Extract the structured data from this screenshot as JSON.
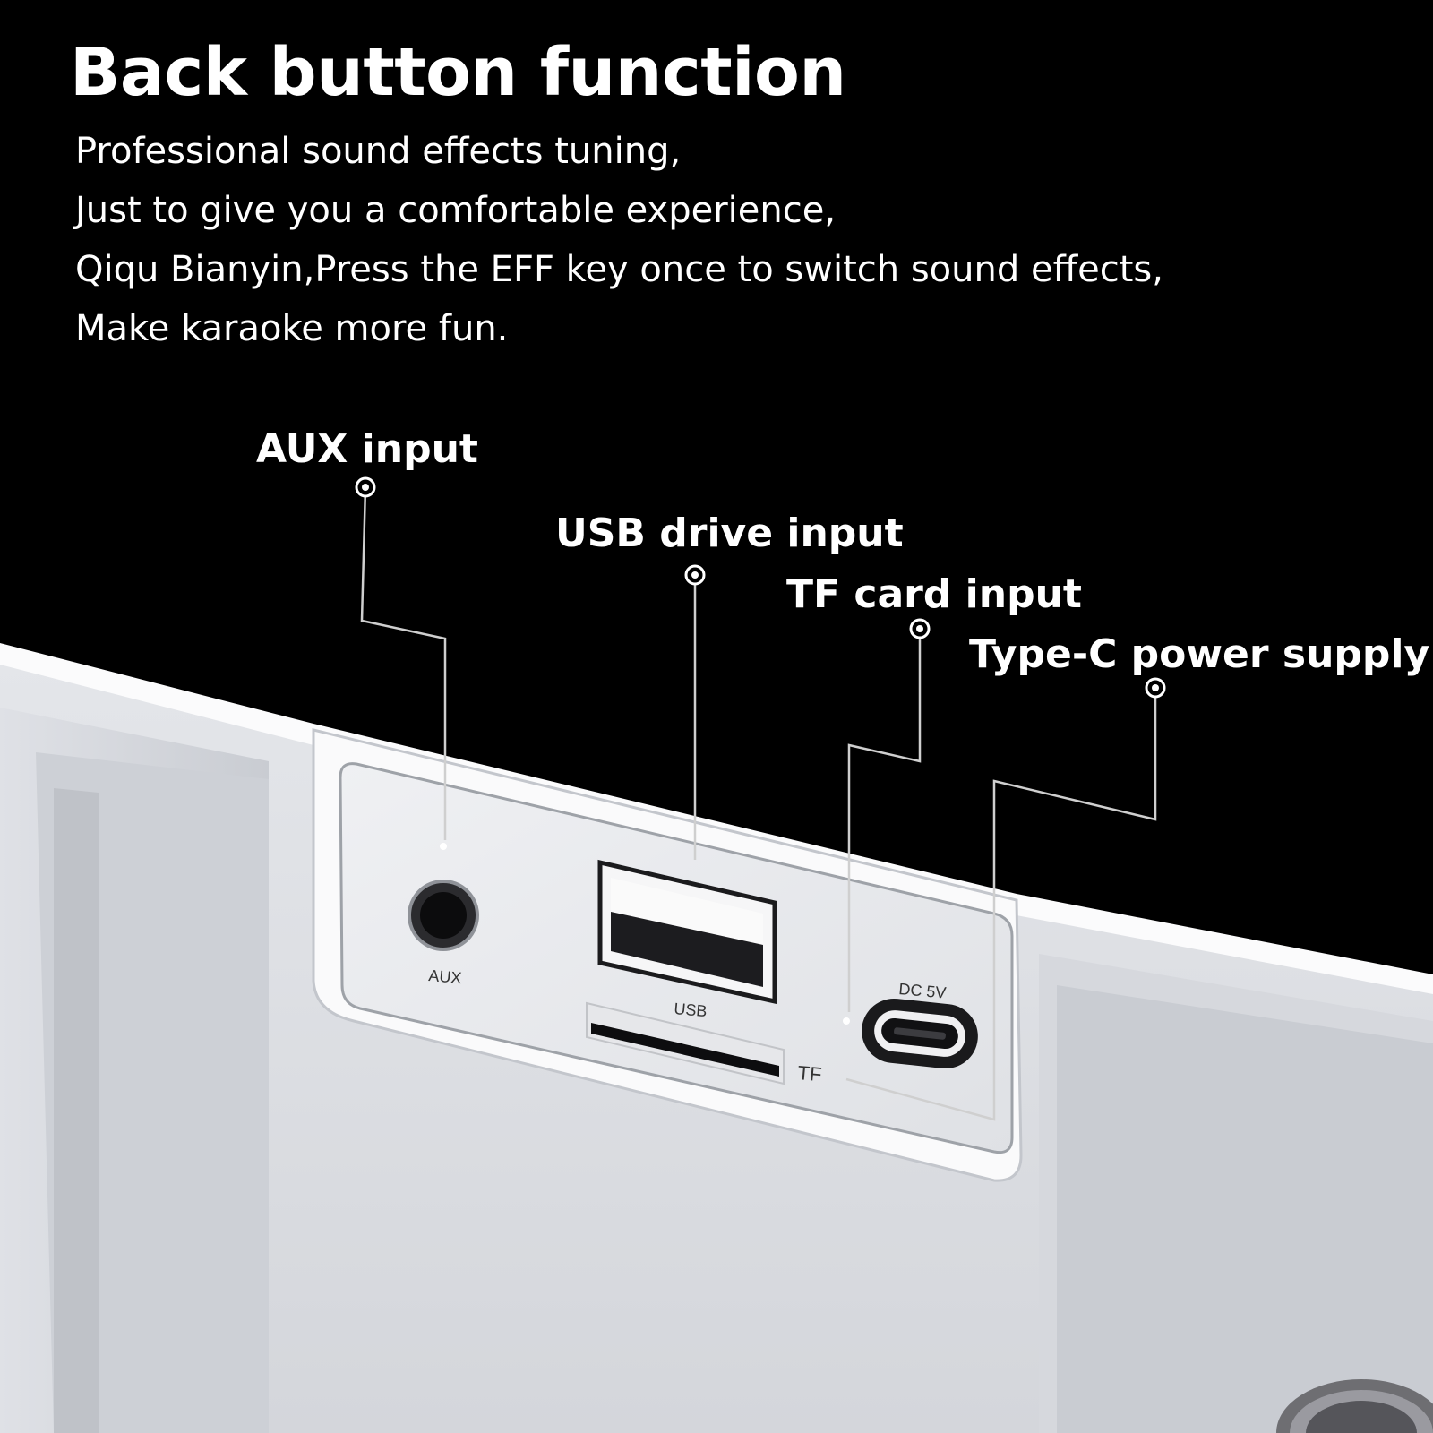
{
  "heading": "Back button function",
  "description": [
    "Professional sound effects tuning,",
    "Just to give you a comfortable experience,",
    "Qiqu Bianyin,Press the EFF key once to switch sound effects,",
    "Make karaoke more fun."
  ],
  "callouts": {
    "aux": "AUX input",
    "usb": "USB drive input",
    "tf": "TF card input",
    "typec": "Type-C power supply"
  },
  "port_markings": {
    "aux": "AUX",
    "usb": "USB",
    "tf": "TF",
    "typec": "DC 5V"
  },
  "colors": {
    "background": "#000000",
    "text": "#ffffff",
    "device_body": "#e9eaee",
    "leader_line": "#cfcfcf"
  }
}
